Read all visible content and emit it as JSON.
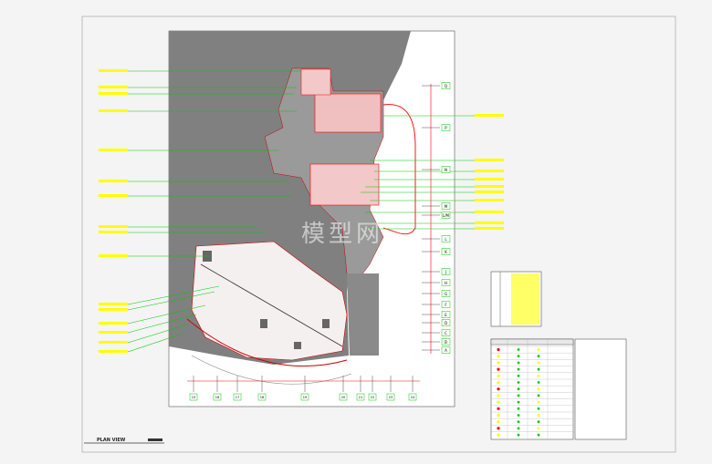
{
  "watermark": "模型网",
  "footer": {
    "plan_view": "PLAN VIEW"
  },
  "grid_right": {
    "labels": [
      "Q",
      "P",
      "N",
      "M",
      "L/M",
      "L",
      "K",
      "J",
      "H",
      "G",
      "F",
      "E",
      "D",
      "C",
      "B",
      "A"
    ]
  },
  "grid_bottom": {
    "labels": [
      "15",
      "16",
      "17",
      "18",
      "19",
      "20",
      "21",
      "22",
      "23",
      "24"
    ]
  },
  "colors": {
    "background": "#f4f4f4",
    "drawing_frame": "#ffffff",
    "building_fill": "#808080",
    "leader_lines": "#00cc00",
    "labels": "#ffff00",
    "accent_red": "#ff0000",
    "grid_lines": "#222222"
  },
  "icons": {
    "legend_table": "lighting-legend-table",
    "title_block": "drawing-title-block"
  }
}
